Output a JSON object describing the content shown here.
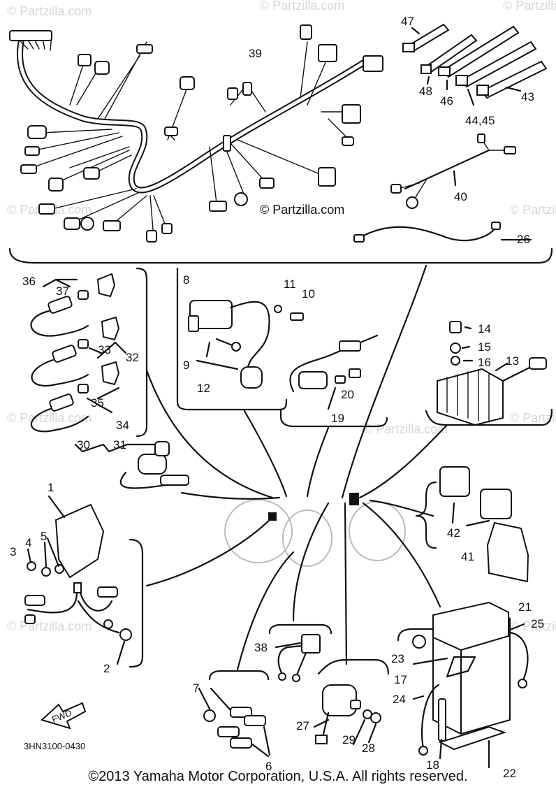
{
  "watermark": "© Partzilla.com",
  "diagram_code": "3HN3100-0430",
  "fwd_label": "FWD",
  "copyright": "©2013  Yamaha Motor Corporation, U.S.A. All rights reserved.",
  "callouts": {
    "c1": "1",
    "c2": "2",
    "c3": "3",
    "c4": "4",
    "c5": "5",
    "c6": "6",
    "c7": "7",
    "c8": "8",
    "c9": "9",
    "c10": "10",
    "c11": "11",
    "c12": "12",
    "c13": "13",
    "c14": "14",
    "c15": "15",
    "c16": "16",
    "c17": "17",
    "c18": "18",
    "c19": "19",
    "c20": "20",
    "c21": "21",
    "c22": "22",
    "c23": "23",
    "c24": "24",
    "c25": "25",
    "c26": "26",
    "c27": "27",
    "c28": "28",
    "c29": "29",
    "c30": "30",
    "c31": "31",
    "c32": "32",
    "c33": "33",
    "c34": "34",
    "c35": "35",
    "c36": "36",
    "c37": "37",
    "c38": "38",
    "c39": "39",
    "c40": "40",
    "c41": "41",
    "c42": "42",
    "c43": "43",
    "c44_45": "44,45",
    "c46": "46",
    "c47": "47",
    "c48": "48"
  }
}
